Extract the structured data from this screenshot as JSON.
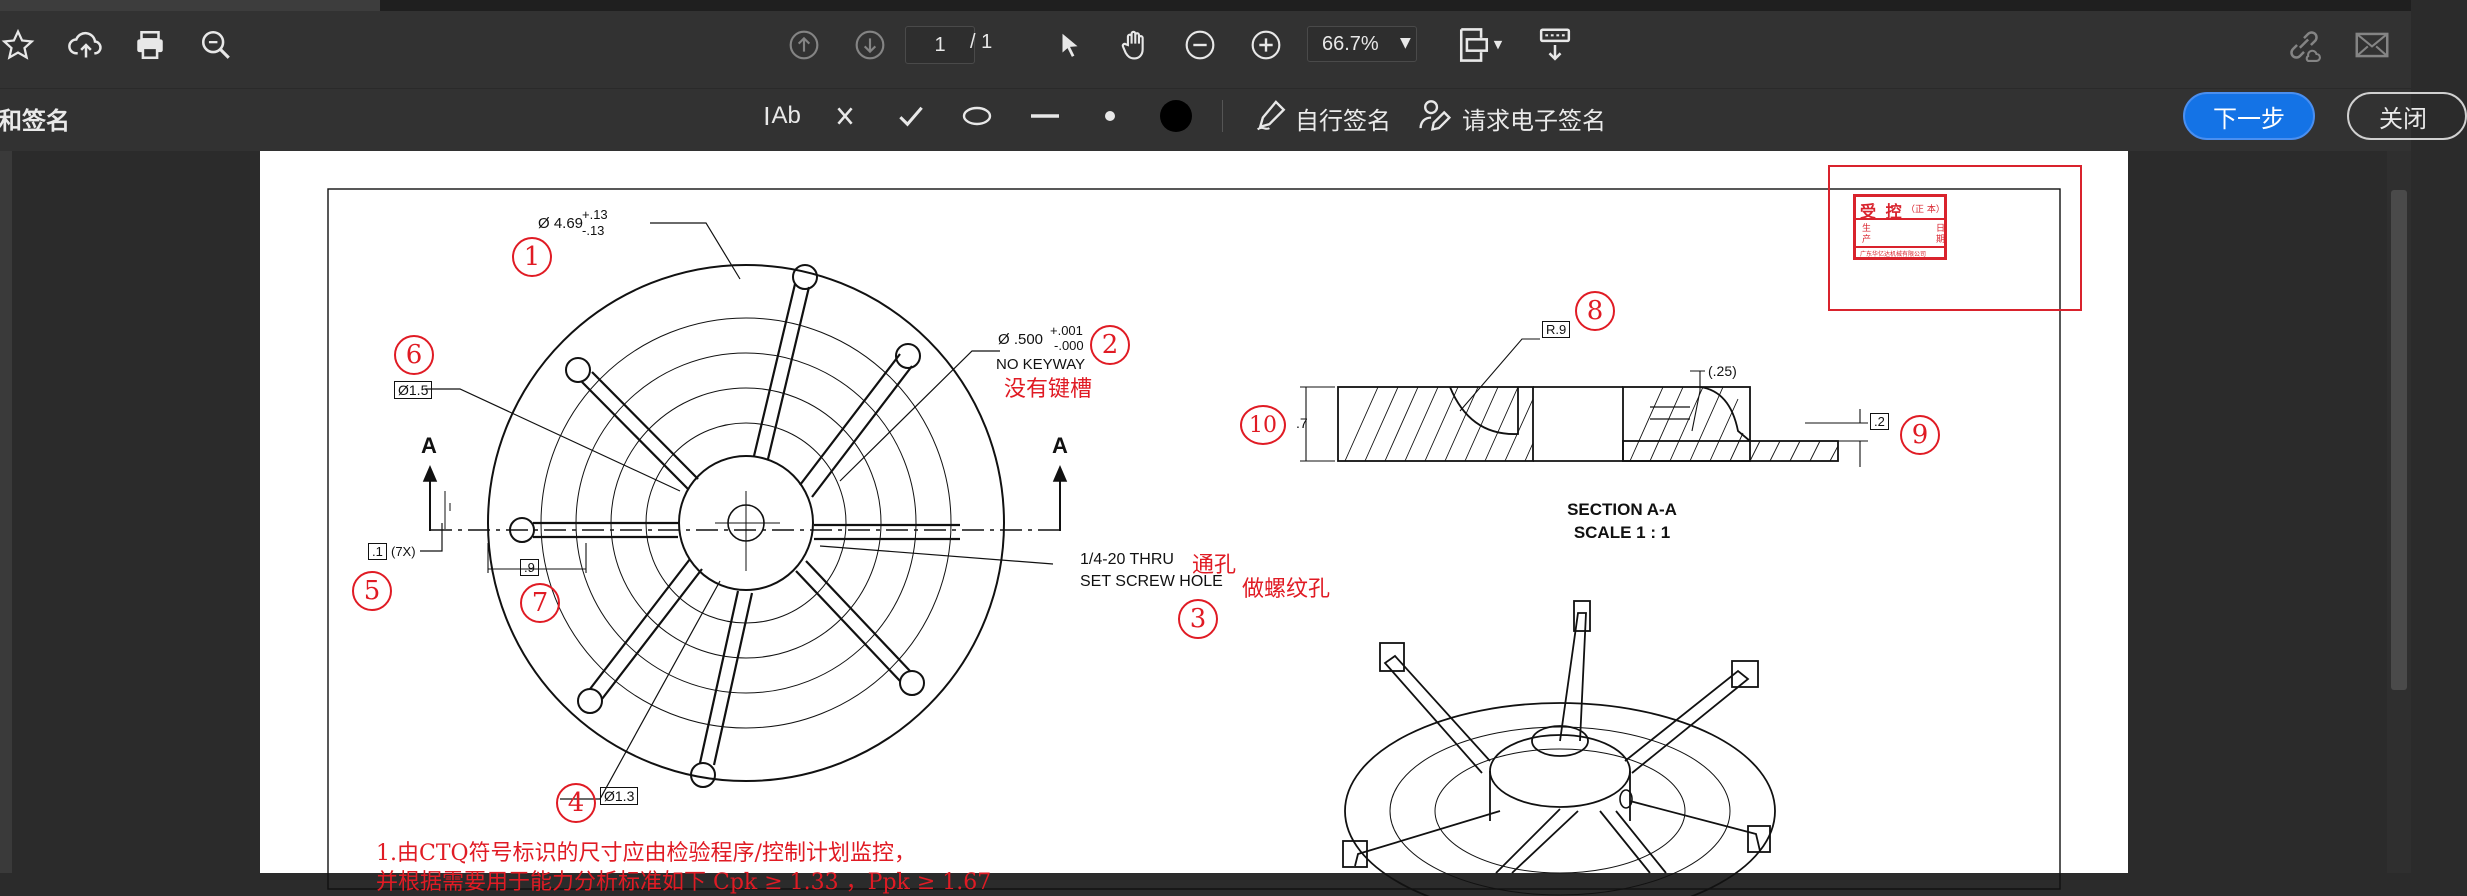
{
  "toolbar": {
    "page_current": "1",
    "page_total": "/ 1",
    "zoom": "66.7%",
    "icons": [
      "star-icon",
      "cloud-upload-icon",
      "print-icon",
      "zoom-search-icon",
      "page-up-icon",
      "page-down-icon",
      "select-cursor-icon",
      "hand-icon",
      "zoom-out-icon",
      "zoom-in-icon",
      "page-fit-icon",
      "scroll-mode-icon",
      "share-link-icon",
      "email-icon"
    ]
  },
  "sign_toolbar": {
    "title": "和签名",
    "text_tool": "Ab",
    "tools": [
      "cross-mark-icon",
      "check-mark-icon",
      "ellipse-icon",
      "line-icon",
      "small-dot-icon",
      "large-dot-icon"
    ],
    "self_sign": "自行签名",
    "request_esign": "请求电子签名",
    "next_button": "下一步",
    "close_button": "关闭"
  },
  "drawing": {
    "stamp": {
      "title": "受 控",
      "sub": "（正 本）",
      "s1": "生",
      "s2": "产",
      "s3": "日",
      "s4": "期",
      "foot": "广东华亿达机械有限公司"
    },
    "dims": {
      "d1": "Ø 4.69",
      "d1_tol_up": "+.13",
      "d1_tol_dn": "-.13",
      "d2": "Ø .500",
      "d2_tol_up": "+.001",
      "d2_tol_dn": "-.000",
      "no_keyway": "NO KEYWAY",
      "d_15": "Ø1.5",
      "d_13": "Ø1.3",
      "d_1": ".1",
      "d_1_mult": "(7X)",
      "d_9": ".9",
      "thread1": "1/4-20 THRU",
      "thread2": "SET SCREW HOLE",
      "section_a": "A",
      "section_a2": "A",
      "r9": "R.9",
      "d_25": "(.25)",
      "d_7": ".7",
      "d_2": ".2",
      "section_title": "SECTION A-A",
      "section_scale": "SCALE 1 : 1"
    },
    "notes": {
      "no_keyway_cn": "没有键槽",
      "thru_cn": "通孔",
      "tap_cn": "做螺纹孔",
      "ctq_line1": "1.由CTQ符号标识的尺寸应由检验程序/控制计划监控，",
      "ctq_line2": "并根据需要用于能力分析标准如下 Cpk ≥ 1.33 ，Ppk ≥ 1.67"
    },
    "bubbles": [
      "1",
      "2",
      "3",
      "4",
      "5",
      "6",
      "7",
      "8",
      "9",
      "10"
    ]
  }
}
